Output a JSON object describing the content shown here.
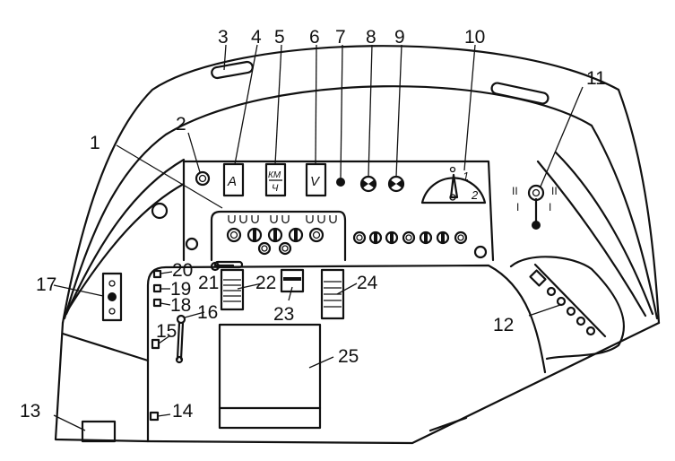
{
  "title": "Dashboard layout diagram",
  "labels": {
    "n1": "1",
    "n2": "2",
    "n3": "3",
    "n4": "4",
    "n5": "5",
    "n6": "6",
    "n7": "7",
    "n8": "8",
    "n9": "9",
    "n10": "10",
    "n11": "11",
    "n12": "12",
    "n13": "13",
    "n14": "14",
    "n15": "15",
    "n16": "16",
    "n17": "17",
    "n18": "18",
    "n19": "19",
    "n20": "20",
    "n21": "21",
    "n22": "22",
    "n23": "23",
    "n24": "24",
    "n25": "25"
  },
  "gauges": {
    "ammeter": "A",
    "speed_top": "КМ",
    "speed_bottom": "Ч",
    "voltmeter": "V",
    "dial_1": "1",
    "dial_2": "2"
  },
  "switch_marks": {
    "left_top": "II",
    "right_top": "II",
    "left_bottom": "I",
    "right_bottom": "I"
  }
}
